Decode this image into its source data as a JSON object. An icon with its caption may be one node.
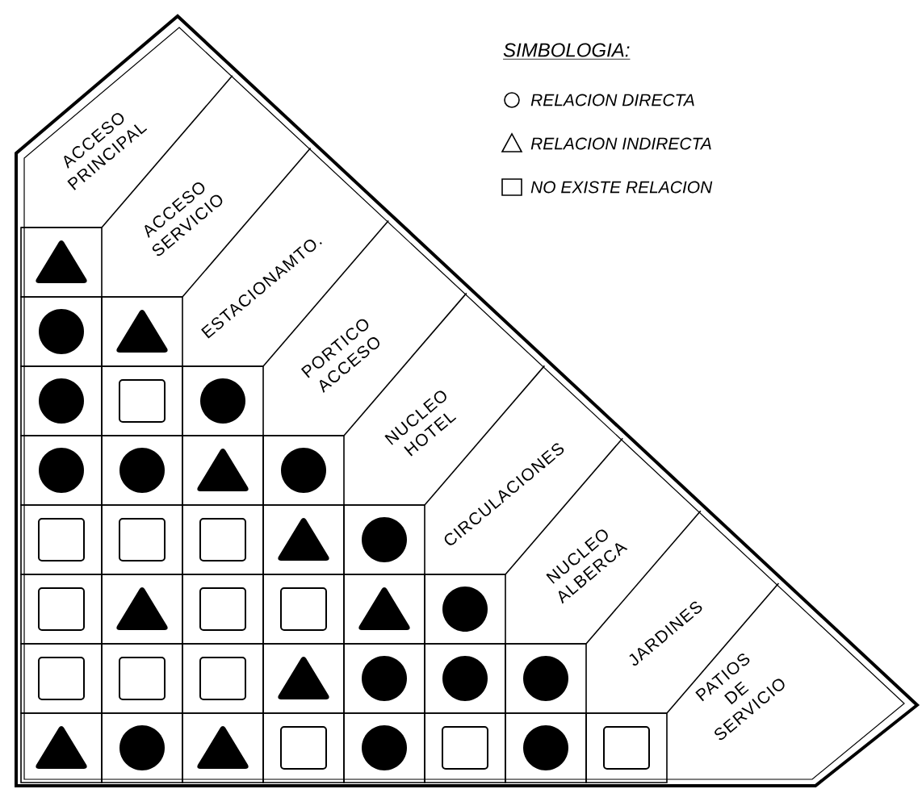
{
  "diagram": {
    "nodes": [
      {
        "text": [
          "ACCESO PRINCIPAL"
        ]
      },
      {
        "text": [
          "ACCESO SERVICIO"
        ]
      },
      {
        "text": [
          "ESTACIONAMTO."
        ]
      },
      {
        "text": [
          "PORTICO ACCESO"
        ]
      },
      {
        "text": [
          "NUCLEO HOTEL"
        ]
      },
      {
        "text": [
          "CIRCULACIONES"
        ]
      },
      {
        "text": [
          "NUCLEO ALBERCA"
        ]
      },
      {
        "text": [
          "JARDINES"
        ]
      },
      {
        "text": [
          "PATIOS DE SERVICIO"
        ]
      }
    ],
    "labels": [
      "SIMBOLOGIA:"
    ],
    "legend": [
      {
        "text": "RELACION DIRECTA"
      },
      {
        "text": "RELACION INDIRECTA"
      },
      {
        "text": "NO EXISTE RELACION"
      }
    ]
  }
}
